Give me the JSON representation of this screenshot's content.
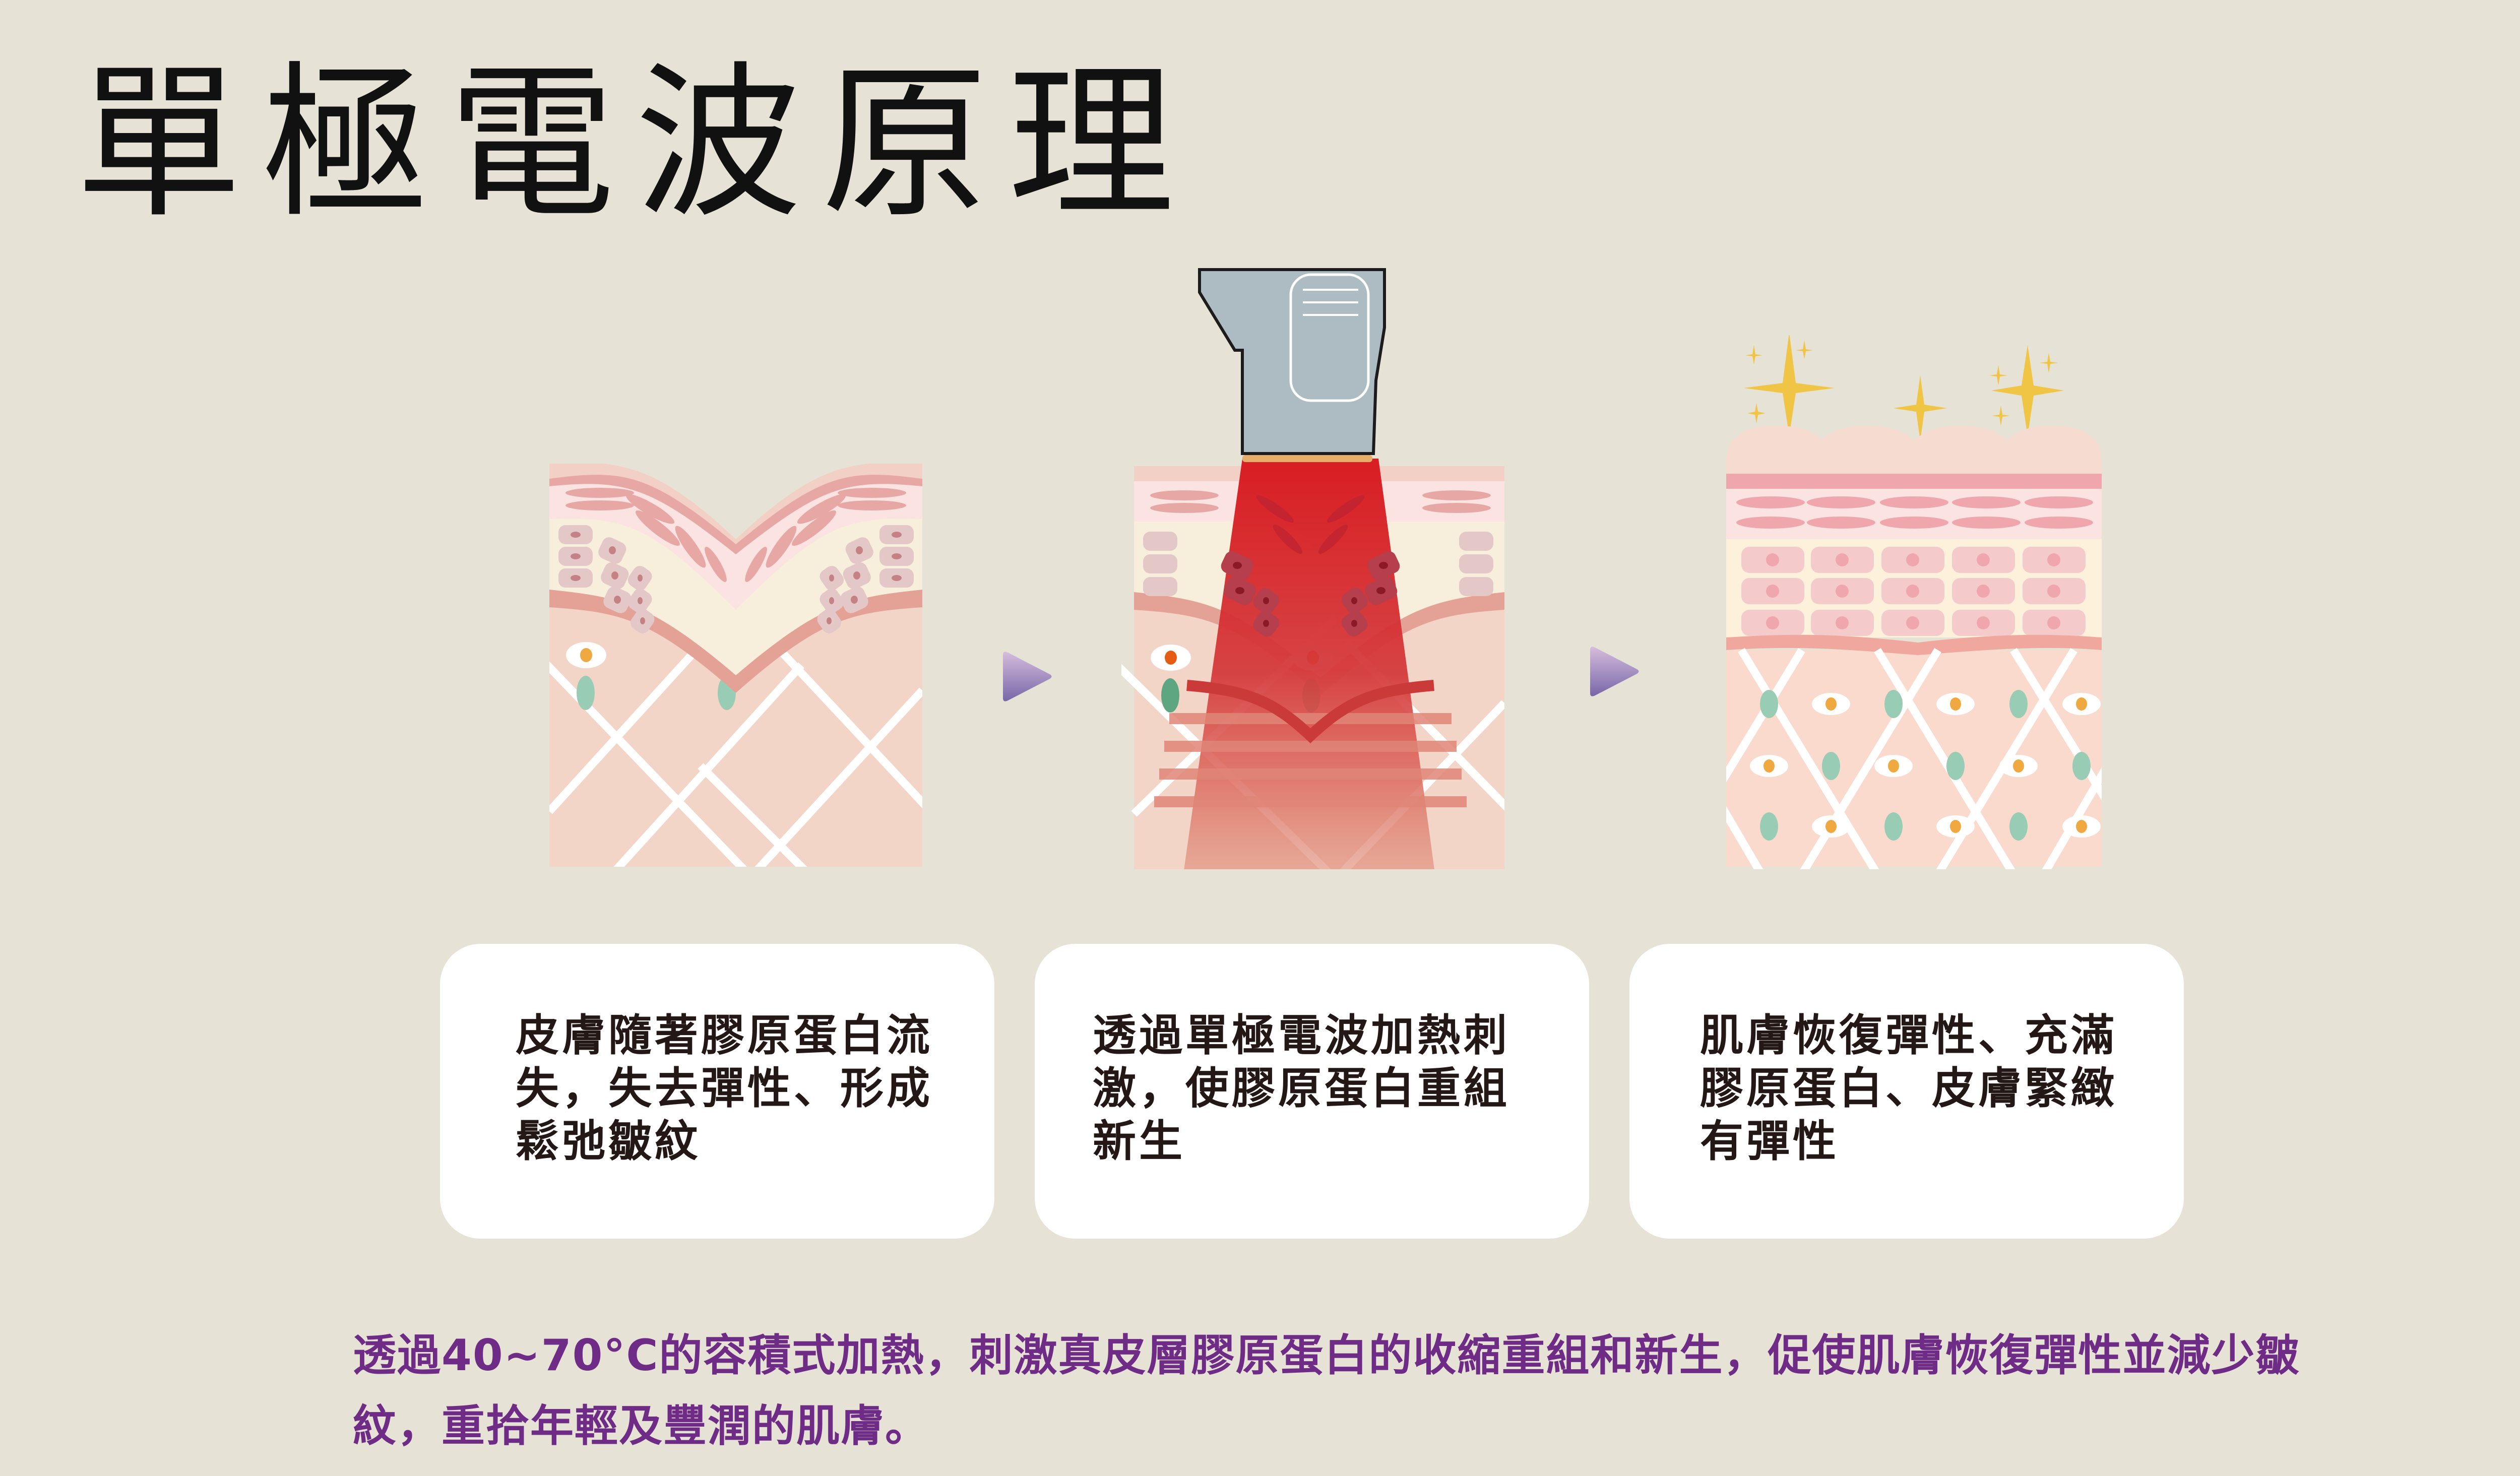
{
  "title": "單極電波原理",
  "colors": {
    "background": "#e6e2d5",
    "card": "#ffffff",
    "title_text": "#111111",
    "card_text": "#231815",
    "summary_text": "#6f2c86",
    "arrow_top": "#d6bcdc",
    "arrow_bottom": "#7767a8",
    "rf_beam": "#d7141a",
    "device_body": "#adbbc2",
    "sparkle": "#f0c445",
    "collagen_dot": "#f0a840",
    "fibroblast": "#98ccb4"
  },
  "steps": [
    {
      "id": "before",
      "illustration": "sagging-skin-cross-section",
      "description": "皮膚隨著膠原蛋白流失，失去彈性、形成鬆弛皺紋"
    },
    {
      "id": "treatment",
      "illustration": "rf-device-heating-skin",
      "description": "透過單極電波加熱刺激，使膠原蛋白重組新生"
    },
    {
      "id": "after",
      "illustration": "firm-skin-with-sparkles",
      "description": "肌膚恢復彈性、充滿膠原蛋白、皮膚緊緻有彈性"
    }
  ],
  "arrows": [
    "arrow-right-icon",
    "arrow-right-icon"
  ],
  "summary": "透過40~70°C的容積式加熱，刺激真皮層膠原蛋白的收縮重組和新生，促使肌膚恢復彈性並減少皺紋，重拾年輕及豐潤的肌膚。"
}
